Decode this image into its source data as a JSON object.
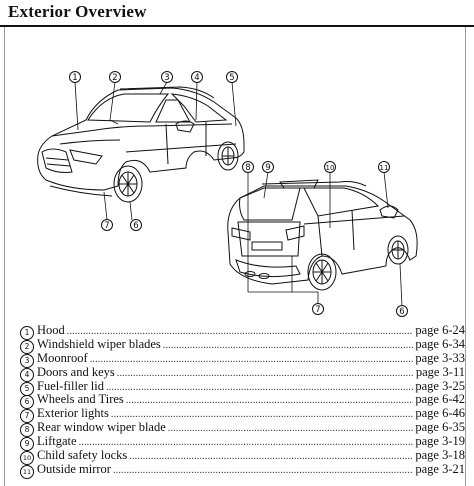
{
  "header": {
    "title": "Exterior Overview"
  },
  "callouts": [
    "1",
    "2",
    "3",
    "4",
    "5",
    "6",
    "7",
    "8",
    "9",
    "10",
    "11"
  ],
  "legend": [
    {
      "num": "1",
      "label": "Hood",
      "page": "page 6-24"
    },
    {
      "num": "2",
      "label": "Windshield wiper blades",
      "page": "page 6-34"
    },
    {
      "num": "3",
      "label": "Moonroof",
      "page": "page 3-33"
    },
    {
      "num": "4",
      "label": "Doors and keys",
      "page": "page 3-11"
    },
    {
      "num": "5",
      "label": "Fuel-filler lid",
      "page": "page 3-25"
    },
    {
      "num": "6",
      "label": "Wheels and Tires",
      "page": "page 6-42"
    },
    {
      "num": "7",
      "label": "Exterior lights",
      "page": "page 6-46"
    },
    {
      "num": "8",
      "label": "Rear window wiper blade",
      "page": "page 6-35"
    },
    {
      "num": "9",
      "label": "Liftgate",
      "page": "page 3-19"
    },
    {
      "num": "10",
      "label": "Child safety locks",
      "page": "page 3-18"
    },
    {
      "num": "11",
      "label": "Outside mirror",
      "page": "page 3-21"
    }
  ]
}
